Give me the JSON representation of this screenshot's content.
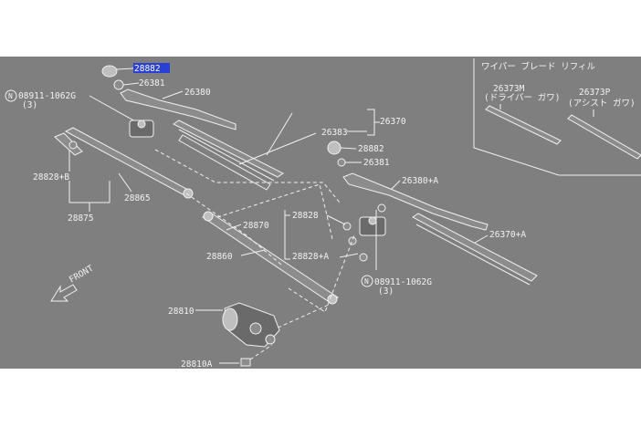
{
  "colors": {
    "background": "#7f7f7f",
    "lines": "#f0f0f0",
    "highlight": "#2a3fd8"
  },
  "labels": {
    "p28882_top": "28882",
    "p26381_top": "26381",
    "p26380": "26380",
    "bolt_left": "08911-1062G",
    "bolt_left_qty": "(3)",
    "p26370": "26370",
    "p26383": "26383",
    "p28828b": "28828+B",
    "p28865": "28865",
    "p28875": "28875",
    "p28882_right": "28882",
    "p26381_right": "26381",
    "p26380a": "26380+A",
    "p28870": "28870",
    "p28828": "28828",
    "p28860": "28860",
    "p28828a": "28828+A",
    "p26370a": "26370+A",
    "bolt_right": "08911-1062G",
    "bolt_right_qty": "(3)",
    "front": "FRONT",
    "p28810": "28810",
    "p28810a": "28810A"
  },
  "refill_box": {
    "title": "ワイパー ブレード リフィル",
    "driver_part": "26373M",
    "driver_side": "(ドライバー ガワ)",
    "assist_part": "26373P",
    "assist_side": "(アシスト ガワ)"
  }
}
